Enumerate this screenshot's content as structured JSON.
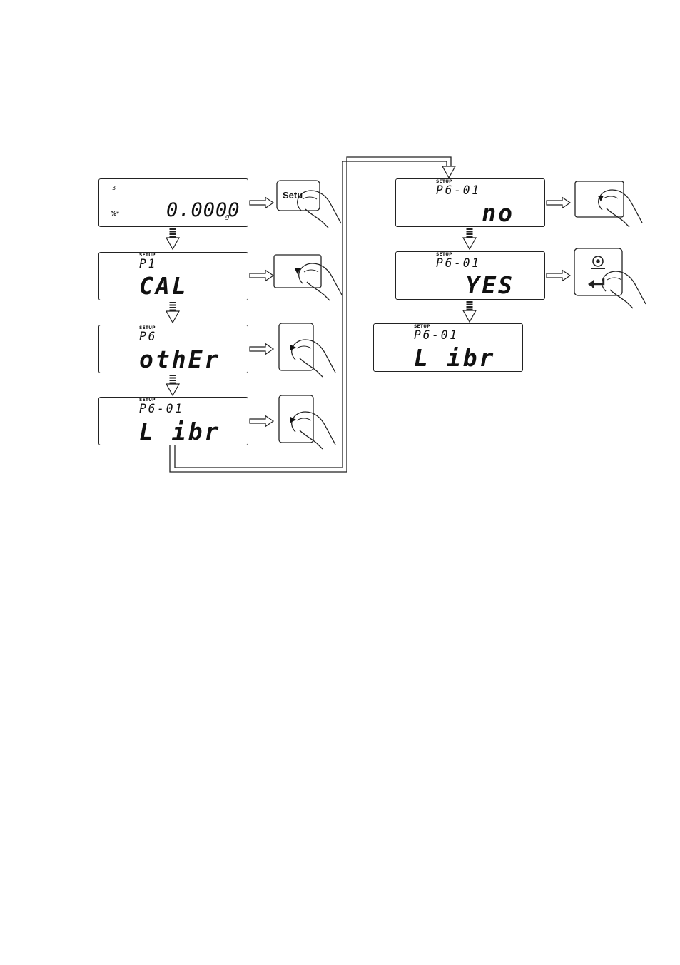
{
  "displays": {
    "home": {
      "weight": "0.0000",
      "unit": "g",
      "icon_small_label": "3",
      "icon_percent_label": "%*"
    },
    "cal": {
      "tag": "SETUP",
      "code": "P1",
      "value": "CAL"
    },
    "other": {
      "tag": "SETUP",
      "code": "P6",
      "value": "othEr"
    },
    "libr_a": {
      "tag": "SETUP",
      "code": "P6-01",
      "value": "L ibr"
    },
    "no": {
      "tag": "SETUP",
      "code": "P6-01",
      "value": "no"
    },
    "yes": {
      "tag": "SETUP",
      "code": "P6-01",
      "value": "YES"
    },
    "libr_b": {
      "tag": "SETUP",
      "code": "P6-01",
      "value": "L ibr"
    }
  },
  "keys": {
    "setup_label": "Setu",
    "down_glyph": "▼",
    "right_glyph": "►"
  }
}
